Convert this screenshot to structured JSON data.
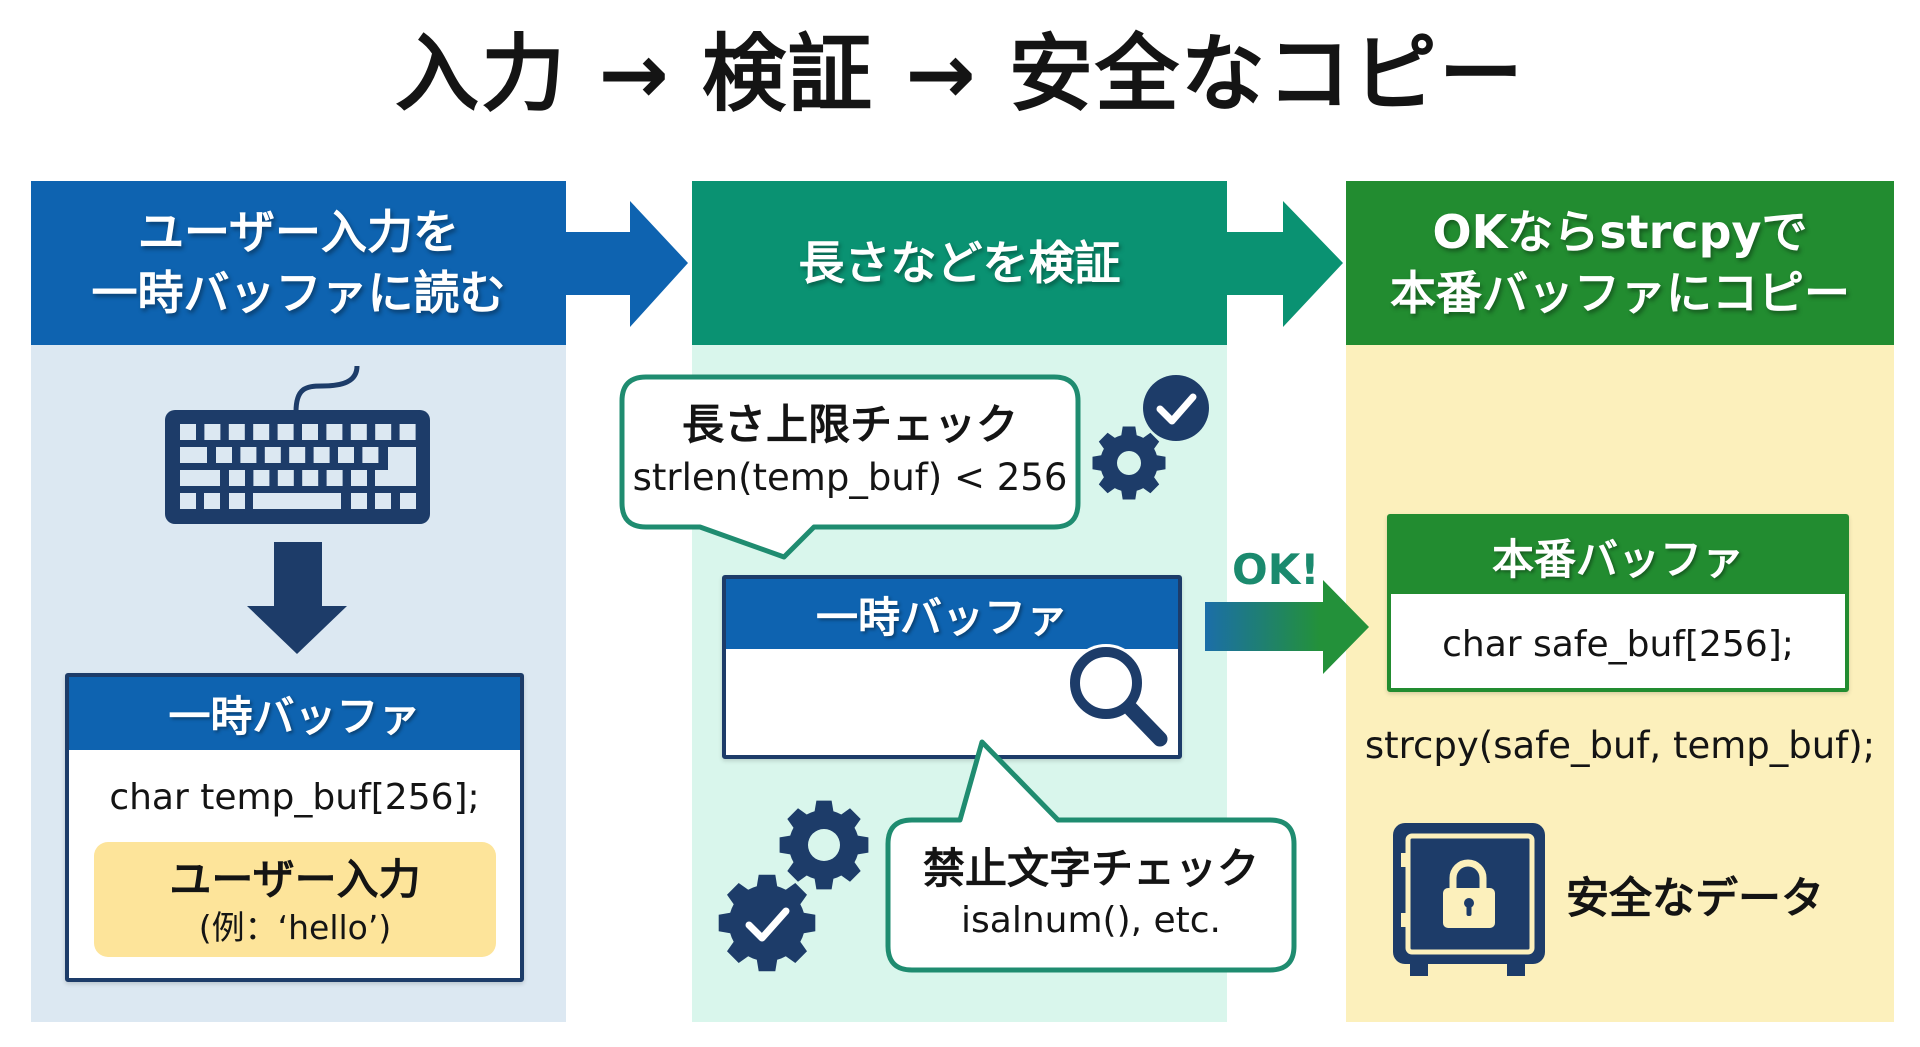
{
  "page_title": "入力 → 検証 → 安全なコピー",
  "colors": {
    "step1_accent": "#0e63b0",
    "step2_accent": "#0a9272",
    "step3_accent": "#228c30",
    "step1_bg": "#dce8f2",
    "step2_bg": "#d9f6ec",
    "step3_bg": "#fcf0bc",
    "icon_navy": "#1d3c69",
    "bubble_border": "#1f8c70",
    "input_highlight": "#fde49a",
    "ok_text": "#1b8a6e",
    "ok_arrow_start": "#1b6ea8",
    "ok_arrow_end": "#23913a"
  },
  "step1": {
    "header": [
      "ユーザー入力を",
      "一時バッファに読む"
    ],
    "icons": [
      "keyboard",
      "arrow-down"
    ],
    "buffer": {
      "title": "一時バッファ",
      "declaration": "char temp_buf[256];",
      "input_label": "ユーザー入力",
      "input_example": "(例：‘hello’)"
    }
  },
  "step2": {
    "header": "長さなどを検証",
    "length_check": {
      "title": "長さ上限チェック",
      "code": "strlen(temp_buf) < 256",
      "icons": [
        "gear",
        "check-circle"
      ]
    },
    "buffer": {
      "title": "一時バッファ",
      "icon": "magnifier"
    },
    "char_check": {
      "title": "禁止文字チェック",
      "code": "isalnum(), etc.",
      "icons": [
        "gear",
        "gear-check"
      ]
    }
  },
  "transition": {
    "label": "OK!"
  },
  "step3": {
    "header": [
      "OKならstrcpyで",
      "本番バッファにコピー"
    ],
    "buffer": {
      "title": "本番バッファ",
      "declaration": "char safe_buf[256];"
    },
    "copy_code": "strcpy(safe_buf, temp_buf);",
    "result": {
      "icon": "safe-lock",
      "label": "安全なデータ"
    }
  }
}
